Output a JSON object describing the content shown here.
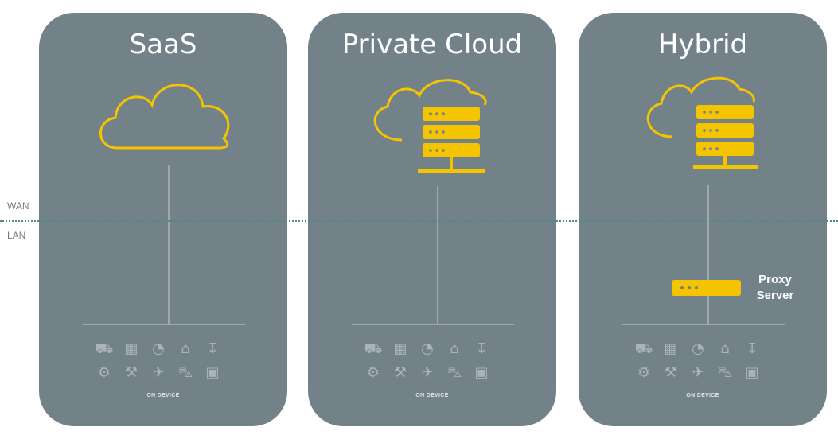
{
  "zones": {
    "wan": "WAN",
    "lan": "LAN"
  },
  "cards": [
    {
      "title": "SaaS",
      "device_caption": "ON DEVICE",
      "icons": [
        "cloud-icon"
      ]
    },
    {
      "title": "Private Cloud",
      "device_caption": "ON DEVICE",
      "icons": [
        "cloud-icon",
        "server-rack-icon"
      ]
    },
    {
      "title": "Hybrid",
      "device_caption": "ON DEVICE",
      "icons": [
        "cloud-icon",
        "server-rack-icon",
        "proxy-server-icon"
      ],
      "proxy_label_line1": "Proxy",
      "proxy_label_line2": "Server"
    }
  ],
  "device_icons": [
    "vehicle-icon",
    "solar-panel-icon",
    "satellite-dish-icon",
    "factory-icon",
    "thermometer-icon",
    "machine-icon",
    "robot-arm-icon",
    "drone-icon",
    "car-icon",
    "appliance-icon"
  ],
  "colors": {
    "card": "#738289",
    "accent": "#f5c400",
    "divider": "#4a8a88",
    "line": "#c9d0d3"
  }
}
